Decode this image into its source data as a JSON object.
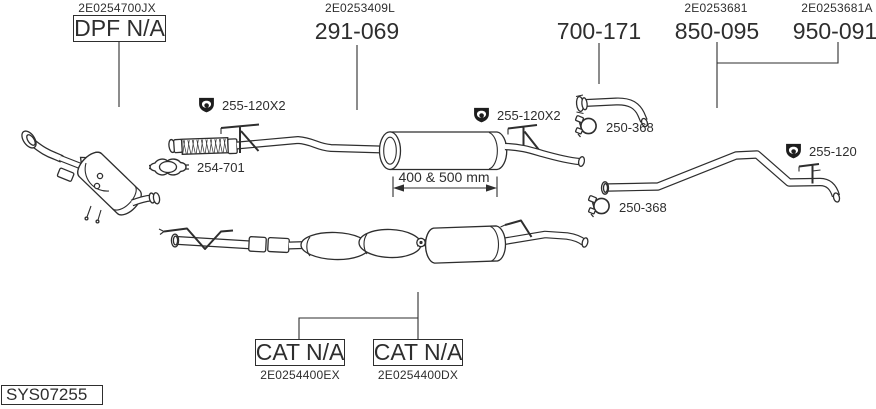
{
  "system_code": "SYS07255",
  "top_parts": {
    "dpf": {
      "code": "2E0254700JX",
      "label": "DPF N/A"
    },
    "center_muffler": {
      "code": "2E0253409L",
      "label": "291-069"
    },
    "elbow": {
      "label": "700-171"
    },
    "tailpipe_1": {
      "code": "2E0253681",
      "label": "850-095"
    },
    "tailpipe_2": {
      "code": "2E0253681A",
      "label": "950-091"
    }
  },
  "fitting_labels": {
    "hanger_front": "255-120X2",
    "clamp_front": "254-701",
    "hanger_mid": "255-120X2",
    "clamp_elbow": "250-368",
    "clamp_tail": "250-368",
    "hanger_rear": "255-120"
  },
  "dimension_note": "400 & 500 mm",
  "cat_parts": {
    "left": {
      "label": "CAT N/A",
      "code": "2E0254400EX"
    },
    "right": {
      "label": "CAT N/A",
      "code": "2E0254400DX"
    }
  },
  "icons": {
    "brand_badge": "black shield badge with white swirl",
    "ring_clamp": "round pipe clamp with bolt",
    "u_clamp": "double exhaust clamp"
  },
  "colors": {
    "ink": "#2e2e2e",
    "background": "#ffffff"
  }
}
